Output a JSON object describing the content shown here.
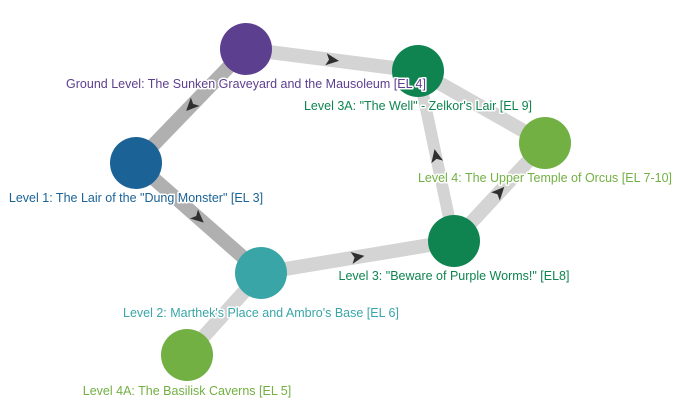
{
  "diagram": {
    "nodes": [
      {
        "id": "ground",
        "label": "Ground Level: The Sunken Graveyard and the Mausoleum [EL 4]",
        "color": "#5d3f8f"
      },
      {
        "id": "level3a",
        "label": "Level 3A: \"The Well\" - Zelkor's Lair [EL 9]",
        "color": "#0f8450"
      },
      {
        "id": "level4",
        "label": "Level 4: The Upper Temple of Orcus [EL 7-10]",
        "color": "#72b043"
      },
      {
        "id": "level1",
        "label": "Level 1: The Lair of the \"Dung Monster\" [EL 3]",
        "color": "#1b6396"
      },
      {
        "id": "level3",
        "label": "Level 3: \"Beware of Purple Worms!\" [EL8]",
        "color": "#0f8450"
      },
      {
        "id": "level2",
        "label": "Level 2: Marthek's Place and Ambro's Base [EL 6]",
        "color": "#3aa5a7"
      },
      {
        "id": "level4a",
        "label": "Level 4A: The Basilisk Caverns [EL 5]",
        "color": "#72b043"
      }
    ],
    "links": [
      {
        "source": "ground",
        "target": "level3a",
        "color": "#d4d4d4",
        "weight": 14,
        "arrow": true
      },
      {
        "source": "ground",
        "target": "level1",
        "color": "#b0b0b0",
        "weight": 14,
        "arrow": true
      },
      {
        "source": "level1",
        "target": "level2",
        "color": "#b0b0b0",
        "weight": 14,
        "arrow": true
      },
      {
        "source": "level2",
        "target": "level3",
        "color": "#d4d4d4",
        "weight": 14,
        "arrow": true
      },
      {
        "source": "level3",
        "target": "level3a",
        "color": "#d4d4d4",
        "weight": 12,
        "arrow": true
      },
      {
        "source": "level3",
        "target": "level4",
        "color": "#d4d4d4",
        "weight": 14,
        "arrow": true
      },
      {
        "source": "level3a",
        "target": "level4",
        "color": "#d4d4d4",
        "weight": 14,
        "arrow": false
      },
      {
        "source": "level2",
        "target": "level4a",
        "color": "#d4d4d4",
        "weight": 14,
        "arrow": false
      }
    ],
    "arrow_color": "#2f2f2f"
  }
}
